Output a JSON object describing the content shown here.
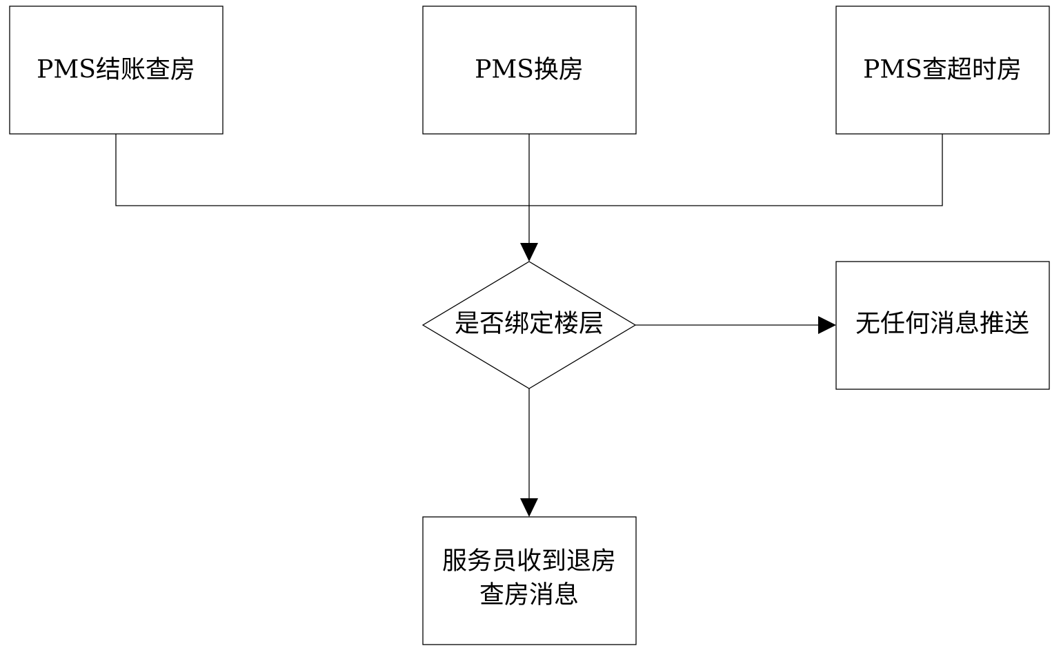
{
  "diagram": {
    "nodes": {
      "checkout_inspect": {
        "label": "PMS结账查房"
      },
      "room_change": {
        "label": "PMS换房"
      },
      "overtime_check": {
        "label": "PMS查超时房"
      },
      "floor_bound_decision": {
        "label": "是否绑定楼层"
      },
      "no_push": {
        "label": "无任何消息推送"
      },
      "attendant_received": {
        "label_line1": "服务员收到退房",
        "label_line2": "查房消息"
      }
    },
    "edges": [
      {
        "from": "checkout_inspect",
        "to": "floor_bound_decision"
      },
      {
        "from": "room_change",
        "to": "floor_bound_decision"
      },
      {
        "from": "overtime_check",
        "to": "floor_bound_decision"
      },
      {
        "from": "floor_bound_decision",
        "to": "no_push"
      },
      {
        "from": "floor_bound_decision",
        "to": "attendant_received"
      }
    ]
  }
}
